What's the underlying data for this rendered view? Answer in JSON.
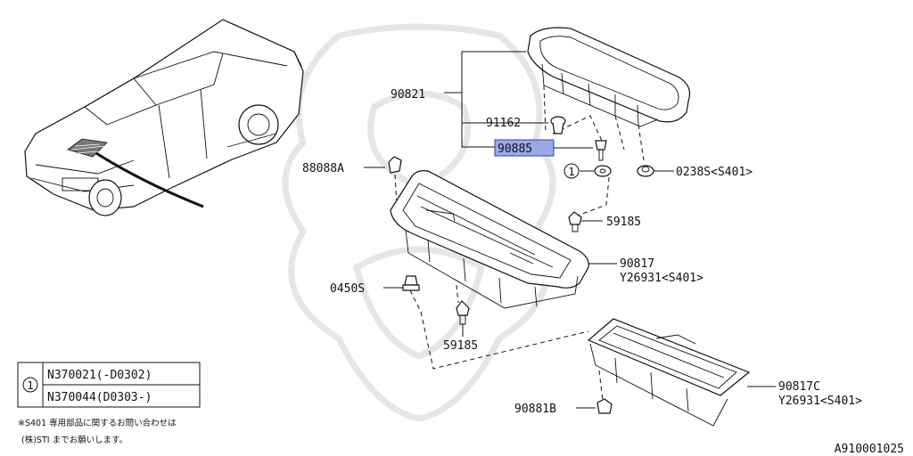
{
  "labels": {
    "p90821": "90821",
    "p91162": "91162",
    "p90885": "90885",
    "p88088A": "88088A",
    "circ_ref": "1",
    "p0238S": "0238S<S401>",
    "p59185_top": "59185",
    "p90817": "90817",
    "y26931_top": "Y26931<S401>",
    "p0450S": "0450S",
    "p59185_bottom": "59185",
    "p90817C": "90817C",
    "y26931_bottom": "Y26931<S401>",
    "p90881B": "90881B"
  },
  "legend": {
    "key": "1",
    "rows": [
      "N370021(-D0302)",
      "N370044(D0303-)"
    ]
  },
  "notes": {
    "line1": "※S401 専用部品に関するお問い合わせは",
    "line2": "(株)STI までお願いします。"
  },
  "figure_id": "A910001025",
  "colors": {
    "highlight": "#9aa8e8",
    "ink": "#111111",
    "watermark": "#e6e6e6"
  }
}
